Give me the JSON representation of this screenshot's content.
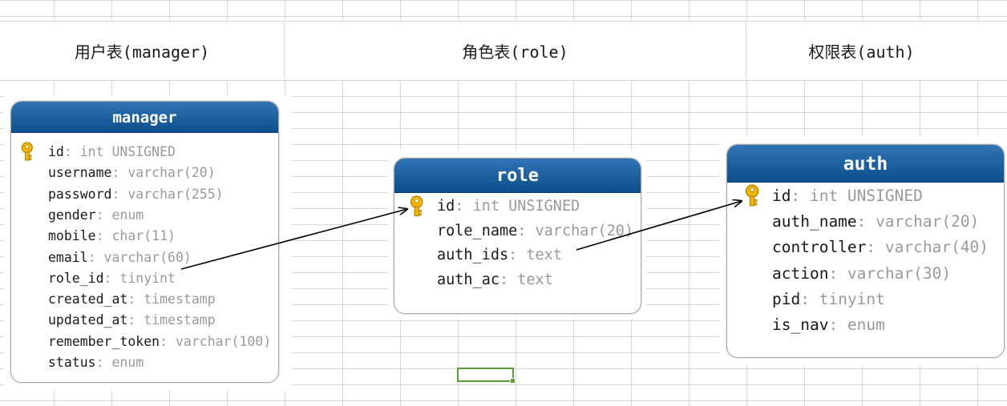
{
  "headers": {
    "manager": "用户表(manager)",
    "role": "角色表(role)",
    "auth": "权限表(auth)"
  },
  "entities": {
    "manager": {
      "title": "manager",
      "fields": [
        {
          "name": "id",
          "type": "int UNSIGNED",
          "pk": true
        },
        {
          "name": "username",
          "type": "varchar(20)"
        },
        {
          "name": "password",
          "type": "varchar(255)"
        },
        {
          "name": "gender",
          "type": "enum"
        },
        {
          "name": "mobile",
          "type": "char(11)"
        },
        {
          "name": "email",
          "type": "varchar(60)"
        },
        {
          "name": "role_id",
          "type": "tinyint"
        },
        {
          "name": "created_at",
          "type": "timestamp"
        },
        {
          "name": "updated_at",
          "type": "timestamp"
        },
        {
          "name": "remember_token",
          "type": "varchar(100)"
        },
        {
          "name": "status",
          "type": "enum"
        }
      ]
    },
    "role": {
      "title": "role",
      "fields": [
        {
          "name": "id",
          "type": "int UNSIGNED",
          "pk": true
        },
        {
          "name": "role_name",
          "type": "varchar(20)"
        },
        {
          "name": "auth_ids",
          "type": "text"
        },
        {
          "name": "auth_ac",
          "type": "text"
        }
      ]
    },
    "auth": {
      "title": "auth",
      "fields": [
        {
          "name": "id",
          "type": "int UNSIGNED",
          "pk": true
        },
        {
          "name": "auth_name",
          "type": "varchar(20)"
        },
        {
          "name": "controller",
          "type": "varchar(40)"
        },
        {
          "name": "action",
          "type": "varchar(30)"
        },
        {
          "name": "pid",
          "type": "tinyint"
        },
        {
          "name": "is_nav",
          "type": "enum"
        }
      ]
    }
  },
  "relations": [
    {
      "from": "manager.role_id",
      "to": "role.id"
    },
    {
      "from": "role.auth_ids",
      "to": "auth.id"
    }
  ],
  "colors": {
    "title_bar": "#0d4f8c",
    "key_icon": "#f2b705",
    "field_name": "#1a1a1a",
    "field_type": "#9a9a9a",
    "selection": "#5a9e3a"
  }
}
